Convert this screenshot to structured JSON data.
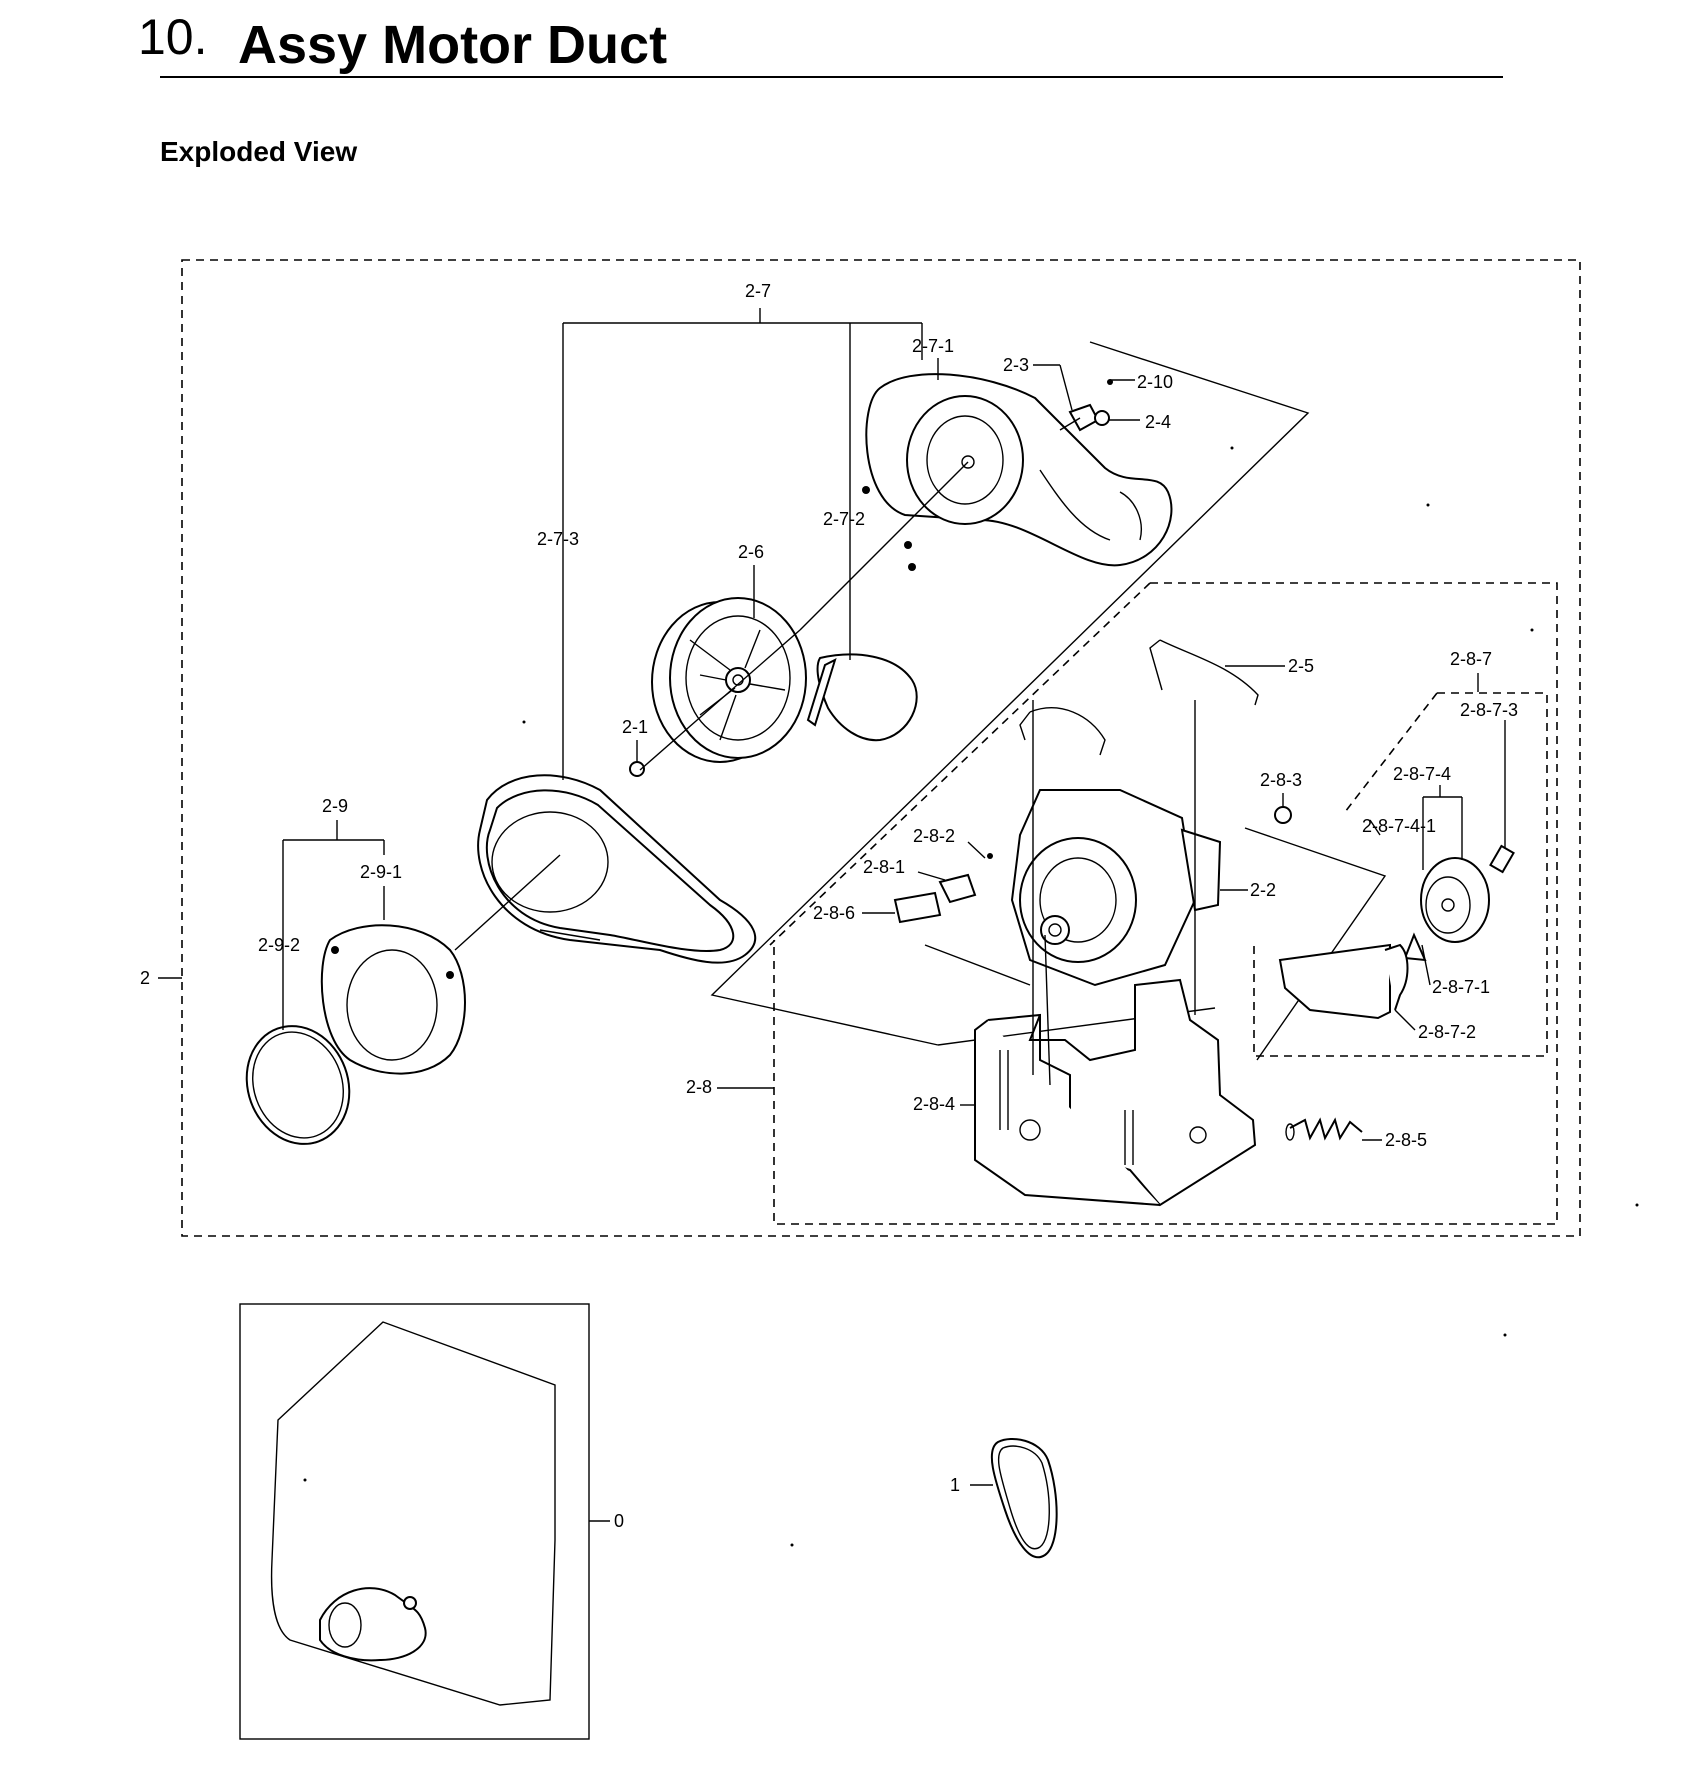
{
  "header": {
    "section_number": "10.",
    "title": "Assy Motor Duct",
    "subtitle": "Exploded View"
  },
  "callouts": {
    "c_2_7": "2-7",
    "c_2_7_1": "2-7-1",
    "c_2_3": "2-3",
    "c_2_10": "2-10",
    "c_2_4": "2-4",
    "c_2_7_3": "2-7-3",
    "c_2_7_2": "2-7-2",
    "c_2_6": "2-6",
    "c_2_1": "2-1",
    "c_2_5": "2-5",
    "c_2_8_7": "2-8-7",
    "c_2_8_7_3": "2-8-7-3",
    "c_2_8_7_4": "2-8-7-4",
    "c_2_8_7_4_1": "2-8-7-4-1",
    "c_2_8_3": "2-8-3",
    "c_2_9": "2-9",
    "c_2_9_1": "2-9-1",
    "c_2_9_2": "2-9-2",
    "c_2_8_2": "2-8-2",
    "c_2_8_1": "2-8-1",
    "c_2_8_6": "2-8-6",
    "c_2_2": "2-2",
    "c_2_8_7_1": "2-8-7-1",
    "c_2_8_7_2": "2-8-7-2",
    "c_2": "2",
    "c_2_8": "2-8",
    "c_2_8_4": "2-8-4",
    "c_2_8_5": "2-8-5",
    "c_0": "0",
    "c_1": "1"
  }
}
